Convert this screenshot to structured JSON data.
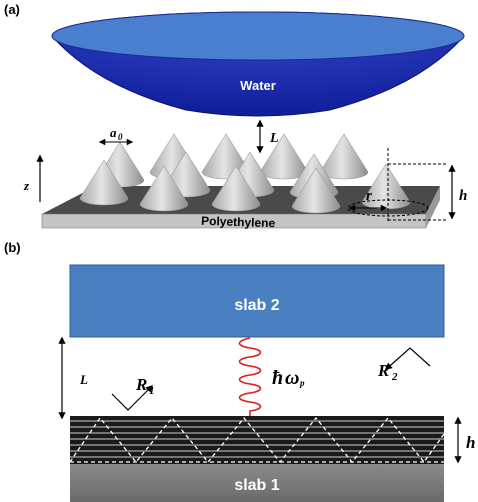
{
  "panel_a": {
    "label": "(a)",
    "water_label": "Water",
    "gap_label": "L",
    "substrate_label": "Polyethylene",
    "period_label": "a",
    "period_subscript": "0",
    "axis_label": "z",
    "radius_label": "r",
    "height_label": "h"
  },
  "panel_b": {
    "label": "(b)",
    "slab2_label": "slab 2",
    "slab1_label": "slab 1",
    "distance_label": "L",
    "r1_label": "R",
    "r1_subscript": "1",
    "r2_label": "R",
    "r2_subscript": "2",
    "photon_hbar": "ħ",
    "photon_omega": "ω",
    "photon_subscript": "p",
    "height_label": "h"
  },
  "colors": {
    "water": "#2233bb",
    "water_top": "#4a7fd0",
    "slab2": "#4a7fc1",
    "slab1": "#7a7a7a",
    "photon_wave": "#e02020",
    "cone": "#b8b8b8"
  }
}
